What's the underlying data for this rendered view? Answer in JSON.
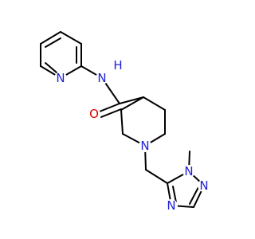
{
  "colors": {
    "carbon": "#000000",
    "nitrogen": "#1f1fd6",
    "oxygen": "#e00000",
    "background": "#ffffff"
  },
  "atoms": {
    "pyridine_n": "N",
    "amide_n": "N",
    "amide_h": "H",
    "carbonyl_o": "O",
    "piperidine_n": "N",
    "triazole_n1": "N",
    "triazole_n2": "N",
    "triazole_n4": "N"
  }
}
